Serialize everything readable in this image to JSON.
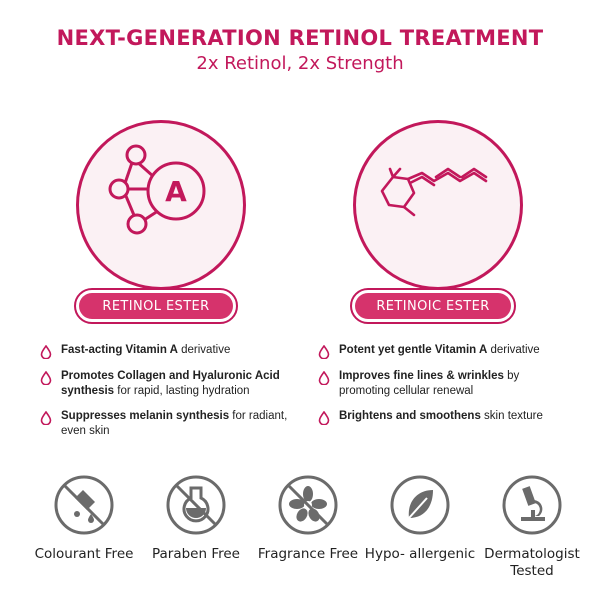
{
  "header": {
    "title": "NEXT-GENERATION RETINOL TREATMENT",
    "subtitle": "2x Retinol, 2x Strength"
  },
  "colors": {
    "accent": "#c2185b",
    "pill_fill": "#d6336c",
    "circle_fill": "#fbf1f4",
    "icon_gray": "#6b6b6b"
  },
  "left": {
    "icon": "vitamin-a-molecule-icon",
    "badge_label": "RETINOL ESTER",
    "bullets": [
      {
        "bold": "Fast-acting Vitamin A",
        "text": " derivative"
      },
      {
        "bold": "Promotes Collagen and Hyaluronic Acid synthesis",
        "text": " for rapid, lasting hydration"
      },
      {
        "bold": "Suppresses melanin synthesis",
        "text": " for radiant, even skin"
      }
    ],
    "molecule_letter": "A"
  },
  "right": {
    "icon": "retinoic-acid-structure-icon",
    "badge_label": "RETINOIC ESTER",
    "bullets": [
      {
        "bold": "Potent yet gentle Vitamin A",
        "text": " derivative"
      },
      {
        "bold": "Improves fine lines & wrinkles",
        "text": " by promoting cellular renewal"
      },
      {
        "bold": "Brightens and smoothens",
        "text": " skin texture"
      }
    ]
  },
  "features": [
    {
      "icon": "no-colourant-icon",
      "label": "Colourant Free"
    },
    {
      "icon": "no-paraben-icon",
      "label": "Paraben Free"
    },
    {
      "icon": "no-fragrance-icon",
      "label": "Fragrance Free"
    },
    {
      "icon": "hypoallergenic-leaf-icon",
      "label": "Hypo- allergenic"
    },
    {
      "icon": "microscope-icon",
      "label": "Dermatologist Tested"
    }
  ]
}
